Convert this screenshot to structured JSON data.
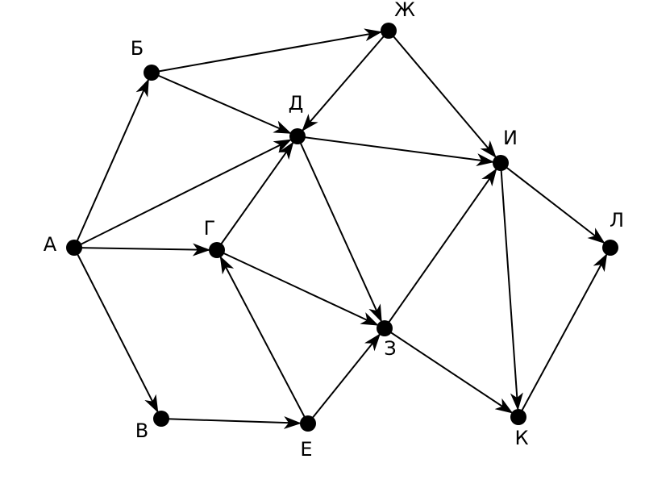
{
  "graph": {
    "nodes": [
      {
        "id": "A",
        "label": "А"
      },
      {
        "id": "B",
        "label": "Б"
      },
      {
        "id": "V",
        "label": "В"
      },
      {
        "id": "G",
        "label": "Г"
      },
      {
        "id": "D",
        "label": "Д"
      },
      {
        "id": "E",
        "label": "Е"
      },
      {
        "id": "ZH",
        "label": "Ж"
      },
      {
        "id": "Z",
        "label": "З"
      },
      {
        "id": "I",
        "label": "И"
      },
      {
        "id": "K",
        "label": "К"
      },
      {
        "id": "L",
        "label": "Л"
      }
    ],
    "edges": [
      {
        "from": "A",
        "to": "B"
      },
      {
        "from": "A",
        "to": "D"
      },
      {
        "from": "A",
        "to": "G"
      },
      {
        "from": "A",
        "to": "V"
      },
      {
        "from": "B",
        "to": "ZH"
      },
      {
        "from": "B",
        "to": "D"
      },
      {
        "from": "ZH",
        "to": "D"
      },
      {
        "from": "ZH",
        "to": "I"
      },
      {
        "from": "D",
        "to": "I"
      },
      {
        "from": "D",
        "to": "Z"
      },
      {
        "from": "G",
        "to": "D"
      },
      {
        "from": "G",
        "to": "Z"
      },
      {
        "from": "V",
        "to": "E"
      },
      {
        "from": "E",
        "to": "G"
      },
      {
        "from": "E",
        "to": "Z"
      },
      {
        "from": "Z",
        "to": "I"
      },
      {
        "from": "Z",
        "to": "K"
      },
      {
        "from": "I",
        "to": "L"
      },
      {
        "from": "I",
        "to": "K"
      },
      {
        "from": "K",
        "to": "L"
      }
    ]
  },
  "colors": {
    "line": "#000000",
    "node": "#000000",
    "background": "#ffffff"
  }
}
